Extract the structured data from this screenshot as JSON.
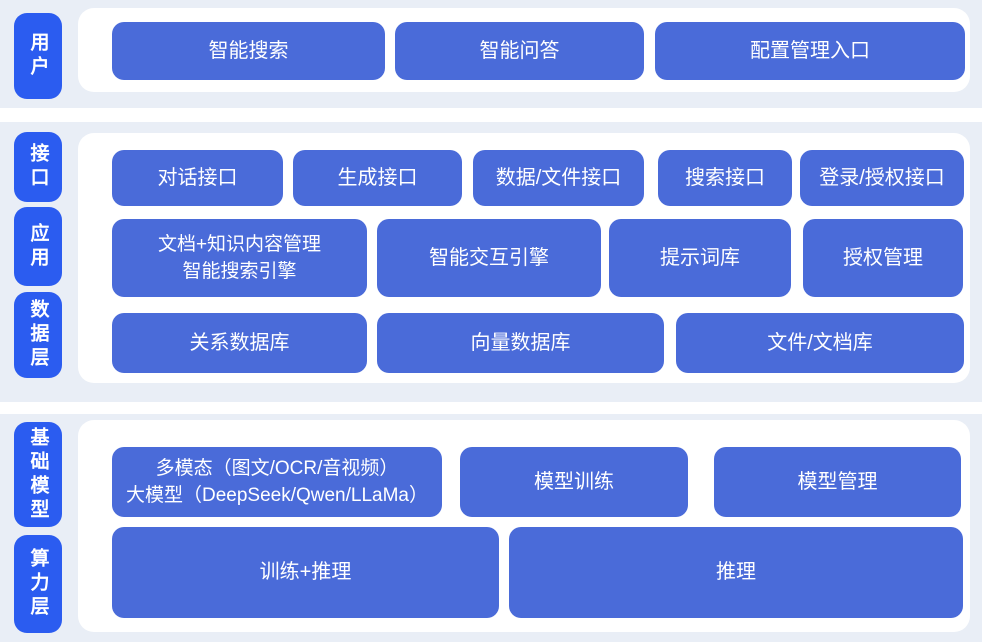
{
  "colors": {
    "page_background": "#ffffff",
    "section_band": "#e9eef6",
    "card_background": "#ffffff",
    "layer_label_blue": "#2b5cf0",
    "box_blue": "#4a6bd9",
    "text_white": "#ffffff"
  },
  "layers": {
    "user": "用户",
    "interface": "接口",
    "application": "应用",
    "data": "数据层",
    "model": "基础模型",
    "compute": "算力层"
  },
  "rows": {
    "user": [
      "智能搜索",
      "智能问答",
      "配置管理入口"
    ],
    "interface": [
      "对话接口",
      "生成接口",
      "数据/文件接口",
      "搜索接口",
      "登录/授权接口"
    ],
    "application": [
      [
        "文档+知识内容管理",
        "智能搜索引擎"
      ],
      "智能交互引擎",
      "提示词库",
      "授权管理"
    ],
    "data": [
      "关系数据库",
      "向量数据库",
      "文件/文档库"
    ],
    "model": [
      [
        "多模态（图文/OCR/音视频）",
        "大模型（DeepSeek/Qwen/LLaMa）"
      ],
      "模型训练",
      "模型管理"
    ],
    "compute": [
      "训练+推理",
      "推理"
    ]
  }
}
